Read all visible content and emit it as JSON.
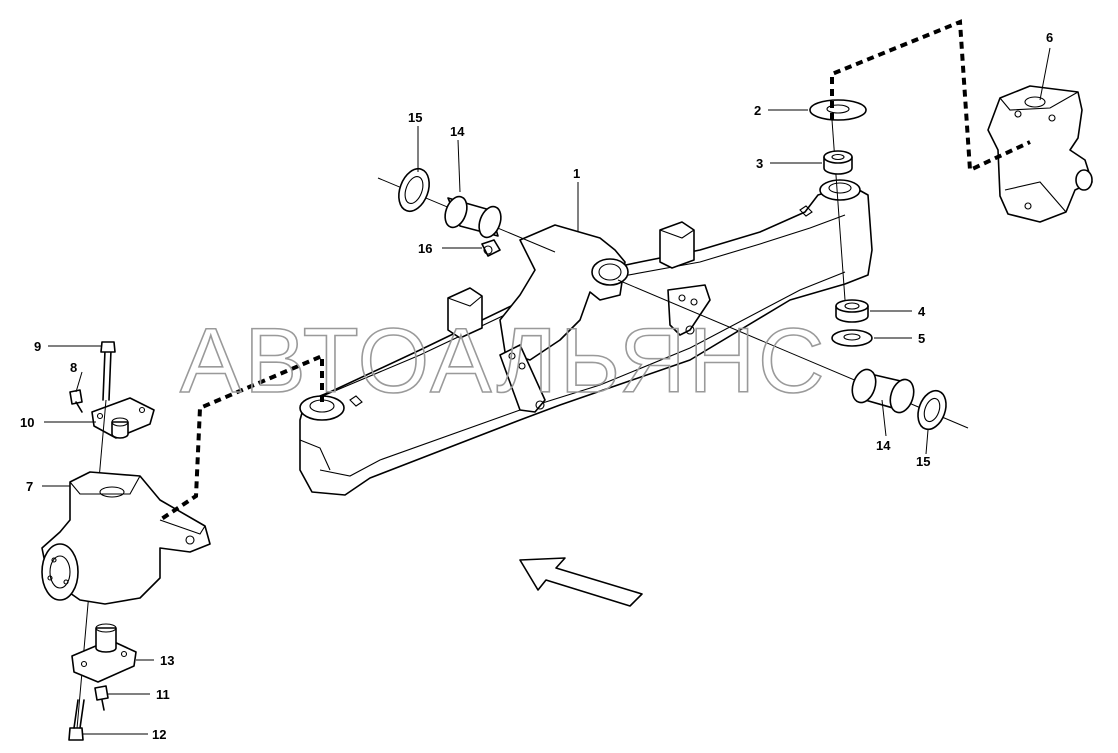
{
  "watermark": "АВТОАЛЬЯНС",
  "callouts": [
    "1",
    "2",
    "3",
    "4",
    "5",
    "6",
    "7",
    "8",
    "9",
    "10",
    "11",
    "12",
    "13",
    "14",
    "14",
    "15",
    "15",
    "16"
  ],
  "colors": {
    "line": "#000000",
    "background": "#ffffff",
    "watermark": "#9a9a9a"
  },
  "icons": {
    "direction": "direction-arrow-icon"
  }
}
